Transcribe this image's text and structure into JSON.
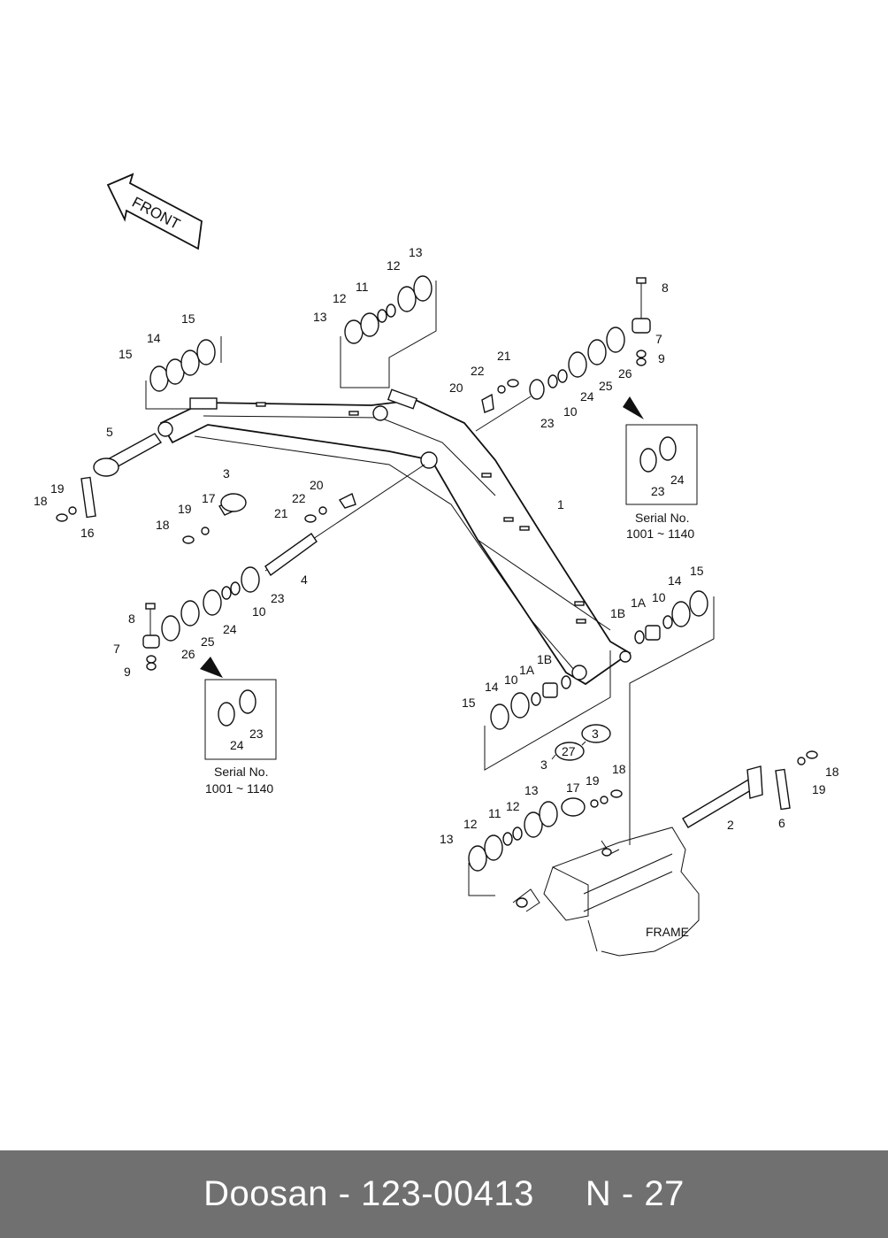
{
  "diagram": {
    "front_label": "FRONT",
    "frame_label": "FRAME",
    "serial_boxes": [
      {
        "items": [
          "23",
          "24"
        ],
        "caption_line1": "Serial No.",
        "caption_line2": "1001 ~ 1140"
      },
      {
        "items": [
          "24",
          "23"
        ],
        "caption_line1": "Serial No.",
        "caption_line2": "1001 ~ 1140"
      }
    ],
    "part_labels": [
      "1",
      "1A",
      "1B",
      "2",
      "3",
      "4",
      "5",
      "6",
      "7",
      "8",
      "9",
      "10",
      "11",
      "12",
      "13",
      "14",
      "15",
      "16",
      "17",
      "18",
      "19",
      "20",
      "21",
      "22",
      "23",
      "24",
      "25",
      "26",
      "27"
    ],
    "callout_balloons": [
      "27",
      "3"
    ]
  },
  "footer": {
    "brand": "Doosan",
    "separator": " - ",
    "part_number": "123-00413",
    "page_ref": "N - 27"
  }
}
